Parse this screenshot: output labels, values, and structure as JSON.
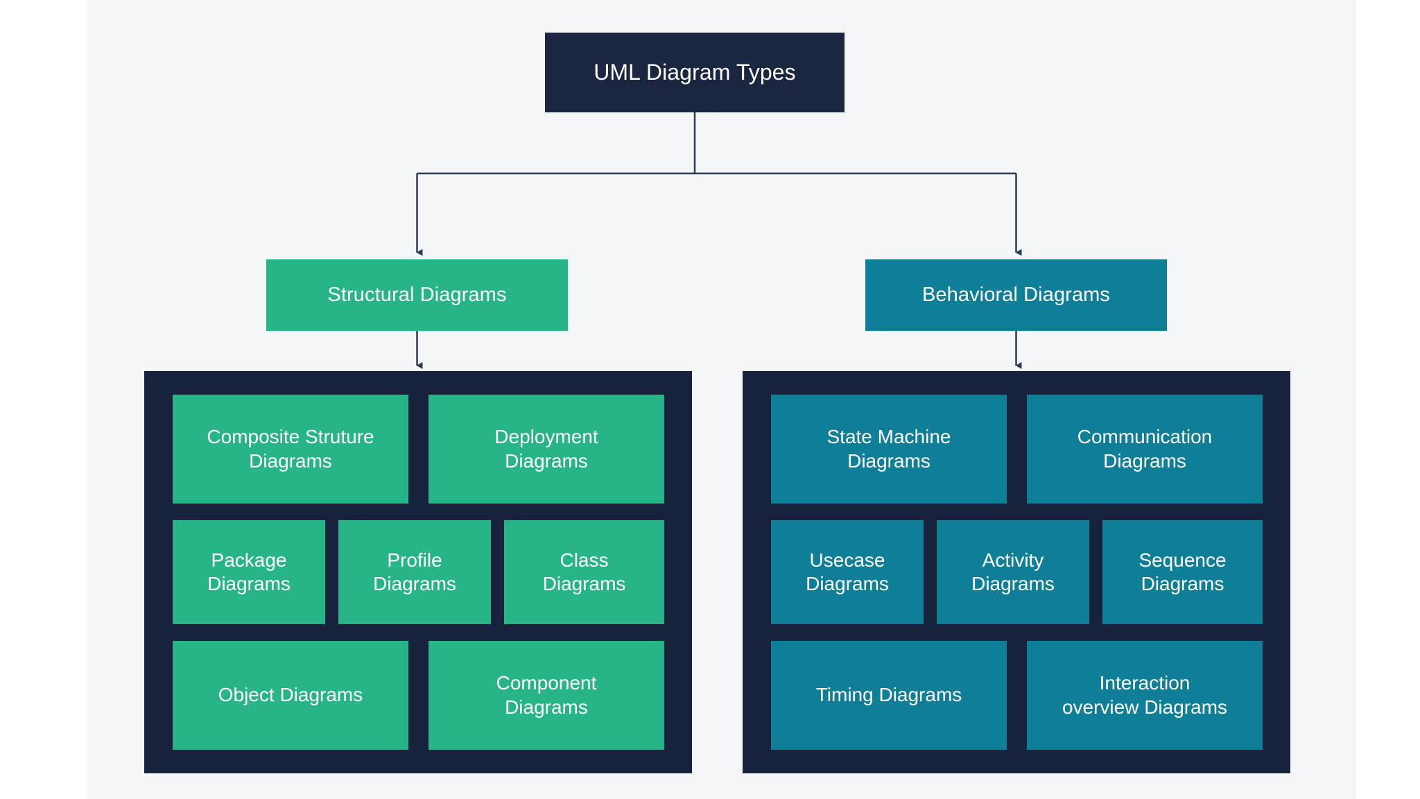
{
  "diagram": {
    "title": "UML Diagram Types",
    "background_color": "#f5f6f7",
    "page_color": "#ffffff",
    "root": {
      "label": "UML Diagram Types",
      "color": "#1b2740"
    },
    "connector_color": "#2c3a52",
    "branches": [
      {
        "id": "structural",
        "label": "Structural Diagrams",
        "color": "#27b486",
        "panel_color": "#17233c",
        "rows": [
          {
            "columns": 2,
            "items": [
              {
                "label": "Composite Struture\nDiagrams"
              },
              {
                "label": "Deployment\nDiagrams"
              }
            ]
          },
          {
            "columns": 3,
            "items": [
              {
                "label": "Package\nDiagrams"
              },
              {
                "label": "Profile\nDiagrams"
              },
              {
                "label": "Class\nDiagrams"
              }
            ]
          },
          {
            "columns": 2,
            "items": [
              {
                "label": "Object Diagrams"
              },
              {
                "label": "Component\nDiagrams"
              }
            ]
          }
        ]
      },
      {
        "id": "behavioral",
        "label": "Behavioral Diagrams",
        "color": "#0f7e97",
        "panel_color": "#17233c",
        "rows": [
          {
            "columns": 2,
            "items": [
              {
                "label": "State Machine\nDiagrams"
              },
              {
                "label": "Communication\nDiagrams"
              }
            ]
          },
          {
            "columns": 3,
            "items": [
              {
                "label": "Usecase\nDiagrams"
              },
              {
                "label": "Activity\nDiagrams"
              },
              {
                "label": "Sequence\nDiagrams"
              }
            ]
          },
          {
            "columns": 2,
            "items": [
              {
                "label": "Timing Diagrams"
              },
              {
                "label": "Interaction\noverview Diagrams"
              }
            ]
          }
        ]
      }
    ]
  }
}
